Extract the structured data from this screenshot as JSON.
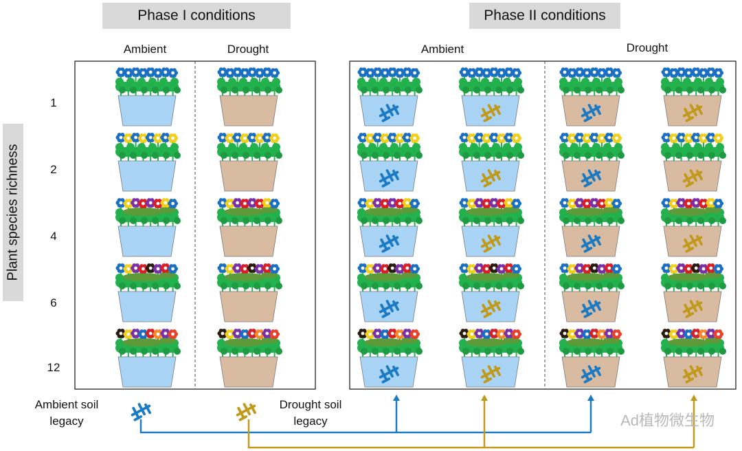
{
  "header": {
    "phase1": "Phase I conditions",
    "phase2": "Phase II conditions"
  },
  "phase1": {
    "col_ambient": "Ambient",
    "col_drought": "Drought"
  },
  "phase2": {
    "col_ambient": "Ambient",
    "col_drought": "Drought"
  },
  "y_axis_label": "Plant species richness",
  "rows": [
    "1",
    "2",
    "4",
    "6",
    "12"
  ],
  "legend": {
    "ambient_legacy": "Ambient soil legacy",
    "drought_legacy": "Drought soil legacy"
  },
  "watermark": "Ad植物微生物",
  "colors": {
    "ambient_soil": "#1a7ac4",
    "drought_soil": "#c19a1c",
    "pot_ambient": "#a9d4f5",
    "pot_drought": "#d9bba2",
    "foliage": "#22b14c",
    "header_bg": "#d9d9d9"
  }
}
